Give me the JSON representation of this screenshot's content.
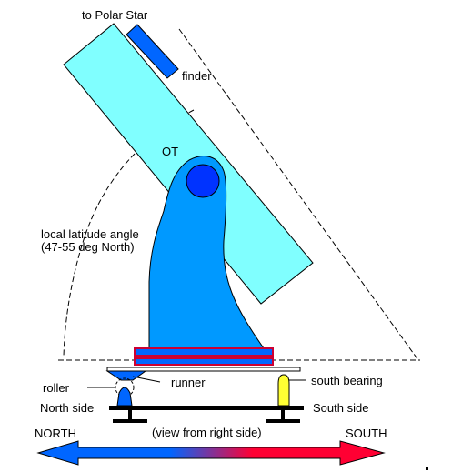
{
  "labels": {
    "to_polar_star": "to Polar Star",
    "finder": "finder",
    "ot": "OT",
    "latitude_line1": "local latitude angle",
    "latitude_line2": "(47-55 deg North)",
    "roller": "roller",
    "runner": "runner",
    "south_bearing": "south bearing",
    "north_side": "North side",
    "south_side": "South side",
    "view_note": "(view from right side)",
    "north": "NORTH",
    "south": "SOUTH"
  },
  "colors": {
    "tube": "#80ffff",
    "finder": "#0066ff",
    "fork": "#0099ff",
    "pivot": "#0033ff",
    "platter_fill": "#0066ff",
    "platter_edge": "#cc0033",
    "bearing": "#ffff33",
    "arrow_north": "#0066ff",
    "arrow_south": "#ff0033",
    "base": "#000000"
  }
}
